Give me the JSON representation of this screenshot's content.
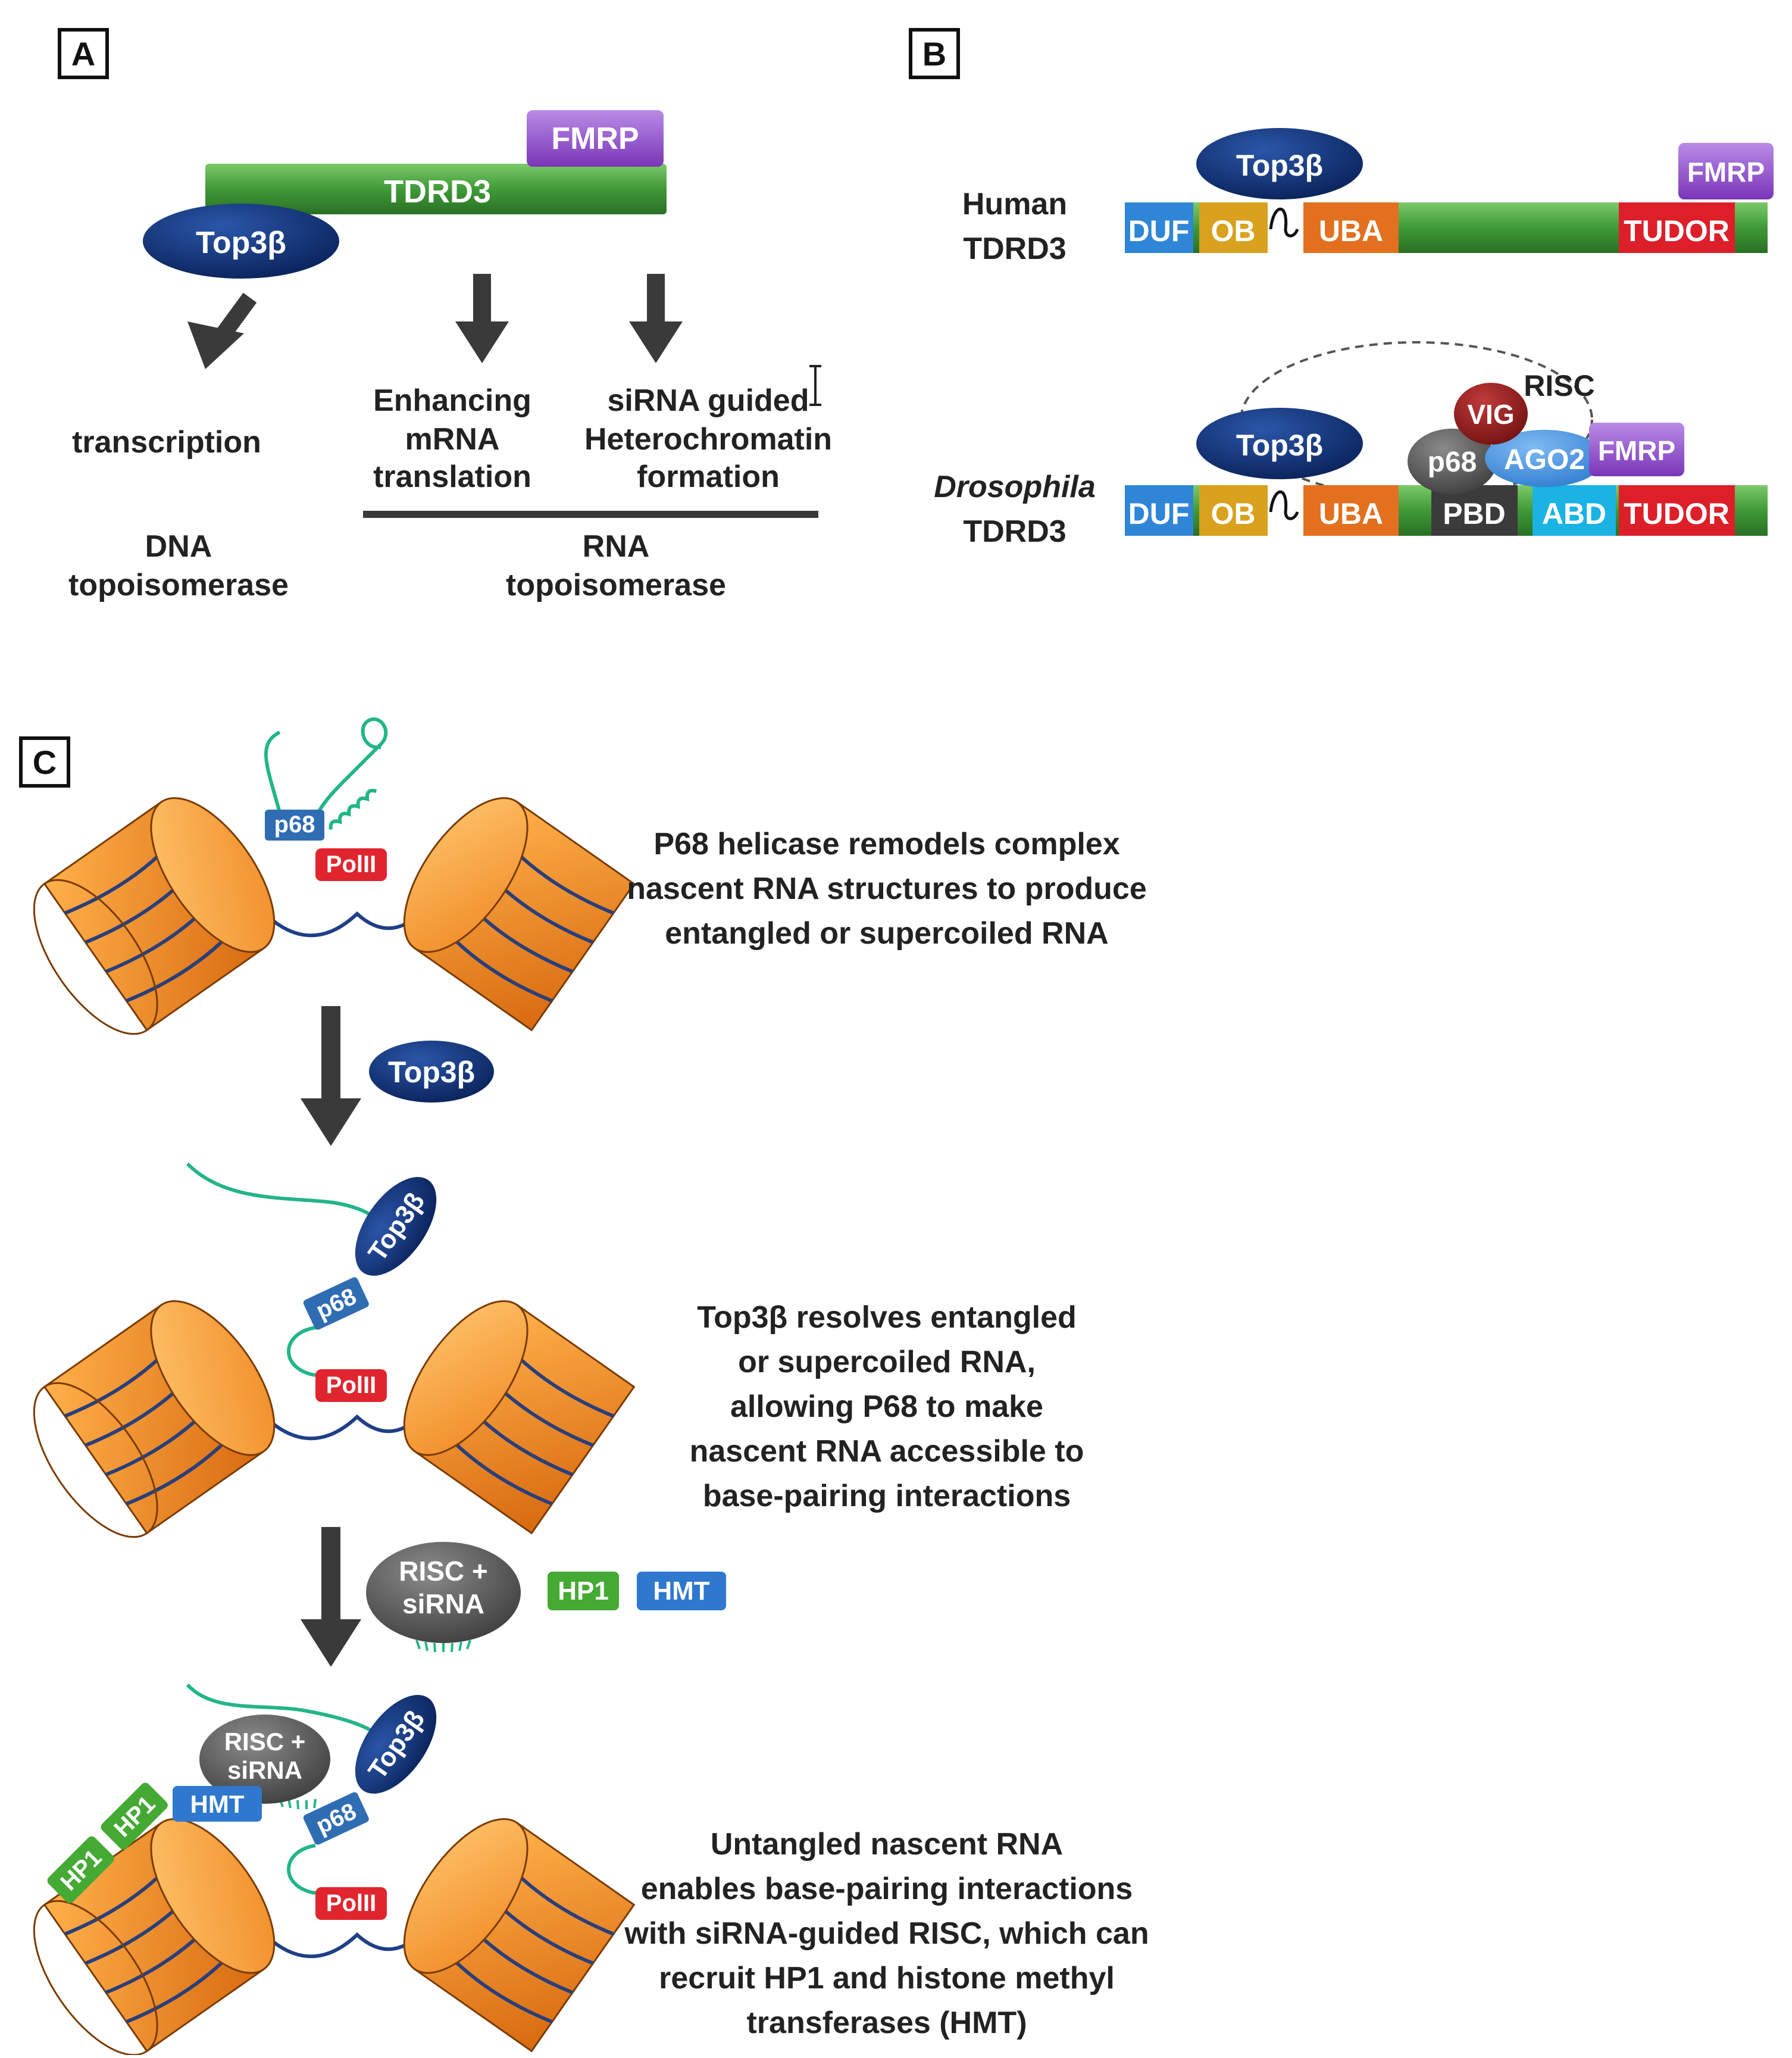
{
  "panel_a": {
    "label": "A",
    "fmrp": "FMRP",
    "tdrd3": "TDRD3",
    "top3b": "Top3β",
    "transcription": "transcription",
    "enhancing_lines": [
      "Enhancing",
      "mRNA",
      "translation"
    ],
    "sirna_lines": [
      "siRNA guided",
      "Heterochromatin",
      "formation"
    ],
    "dna_topo_lines": [
      "DNA",
      "topoisomerase"
    ],
    "rna_topo_lines": [
      "RNA",
      "topoisomerase"
    ]
  },
  "panel_b": {
    "label": "B",
    "human_lines": [
      "Human",
      "TDRD3"
    ],
    "drosophila_lines": [
      "Drosophila",
      "TDRD3"
    ],
    "top3b": "Top3β",
    "fmrp": "FMRP",
    "risc": "RISC",
    "vig": "VIG",
    "p68": "p68",
    "ago2": "AGO2",
    "domains": {
      "duf": "DUF",
      "ob": "OB",
      "uba": "UBA",
      "pbd": "PBD",
      "abd": "ABD",
      "tudor": "TUDOR"
    }
  },
  "panel_c": {
    "label": "C",
    "p68": "p68",
    "polii": "PolII",
    "top3b": "Top3β",
    "risc_lines": [
      "RISC +",
      "siRNA"
    ],
    "hp1": "HP1",
    "hmt": "HMT",
    "step1_lines": [
      "P68 helicase remodels complex",
      "nascent RNA structures to produce",
      "entangled or supercoiled RNA"
    ],
    "step2_lines": [
      "Top3β resolves entangled",
      "or supercoiled RNA,",
      "allowing P68 to make",
      "nascent RNA accessible to",
      "base-pairing interactions"
    ],
    "step3_lines": [
      "Untangled nascent RNA",
      "enables base-pairing interactions",
      "with siRNA-guided RISC, which can",
      "recruit HP1 and histone methyl",
      "transferases (HMT)"
    ]
  },
  "colors": {
    "tdrd3_green": "#3f9a37",
    "fmrp_purple": "#8b46c6",
    "top3b_navy": "#0b2a6e",
    "duf_blue": "#2f86d6",
    "ob_gold": "#d9a11d",
    "uba_orange": "#e2701f",
    "tudor_red": "#dd1f2a",
    "pbd_gray": "#3b3b3b",
    "abd_cyan": "#1ab3e3",
    "vig_darkred": "#8e1d1d",
    "ago2_blue": "#3e8fe0",
    "nucleosome_orange": "#f08a24",
    "polii_red": "#e0252e",
    "p68_blue": "#2f6db3",
    "rna_green": "#22b58a",
    "hp1_green": "#44aa33",
    "hmt_blue": "#2e78cf",
    "arrow_gray": "#3a3a3a"
  }
}
